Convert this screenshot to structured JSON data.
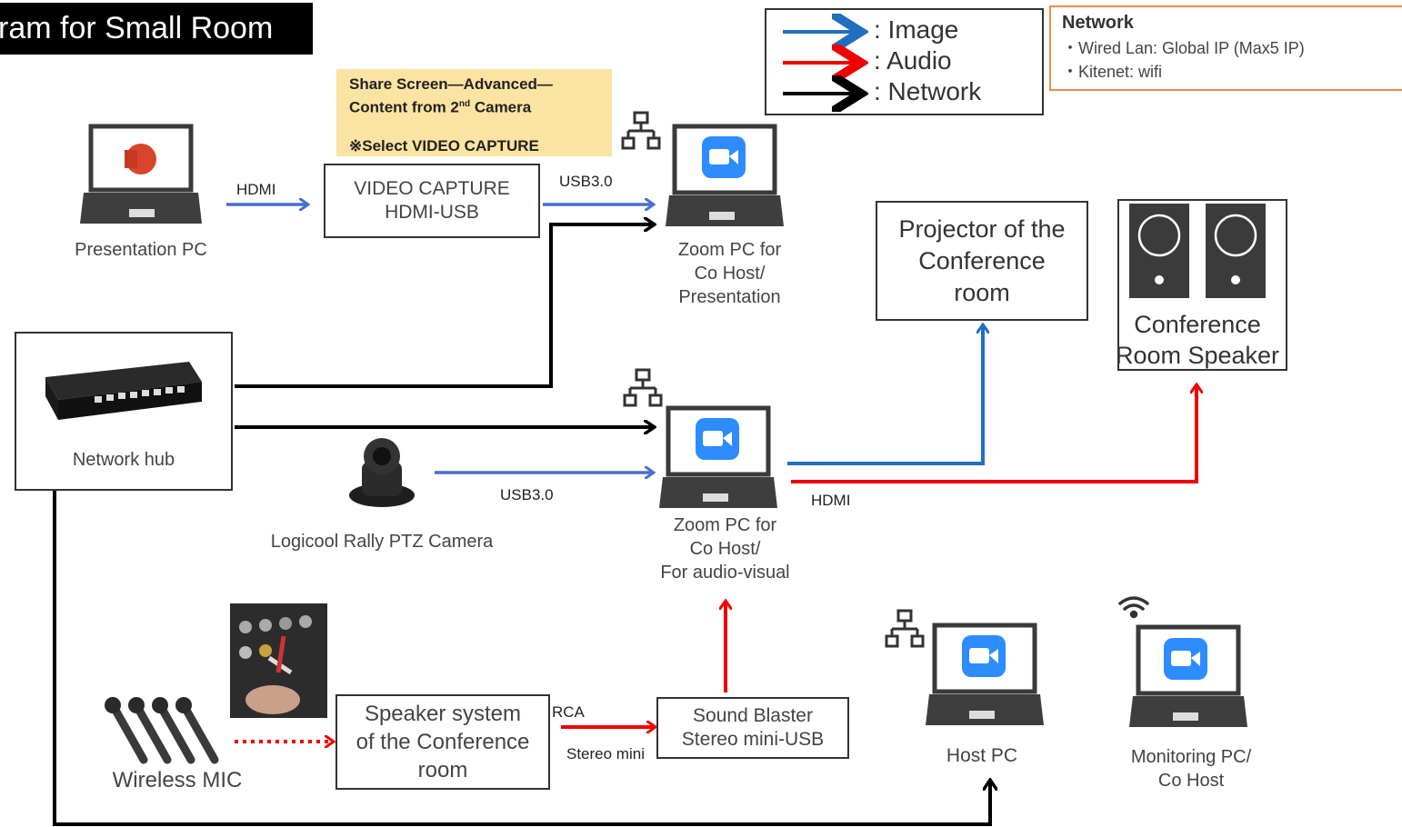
{
  "title": "ram for Small Room",
  "colors": {
    "image": "#1f6fc0",
    "audio": "#f00000",
    "network": "#000000",
    "hdmi_blue": "#4a6fd0"
  },
  "legend": {
    "image": ": Image",
    "audio": ": Audio",
    "network": ": Network"
  },
  "network_info": {
    "heading": "Network",
    "items": [
      "・Wired Lan: Global IP (Max5 IP)",
      "・Kitenet: wifi"
    ]
  },
  "note": {
    "line1": "Share Screen—Advanced—",
    "line2": "Content from 2",
    "line2_sup": "nd",
    "line2_end": " Camera",
    "line3": "※Select VIDEO CAPTURE"
  },
  "nodes": {
    "presentation_pc": "Presentation PC",
    "video_capture": [
      "VIDEO CAPTURE",
      "HDMI-USB"
    ],
    "zoom_pc_presentation": [
      "Zoom PC for",
      "Co Host/",
      "Presentation"
    ],
    "projector": [
      "Projector of the",
      "Conference",
      "room"
    ],
    "speaker": [
      "Conference",
      "Room Speaker"
    ],
    "network_hub": "Network hub",
    "camera": "Logicool Rally PTZ Camera",
    "zoom_pc_av": [
      "Zoom  PC for",
      "Co Host/",
      "For audio-visual"
    ],
    "wireless_mic": "Wireless MIC",
    "speaker_system": [
      "Speaker system",
      "of the Conference",
      "room"
    ],
    "sound_blaster": [
      "Sound Blaster",
      "Stereo mini-USB"
    ],
    "host_pc": "Host PC",
    "monitoring_pc": [
      "Monitoring PC/",
      "Co Host"
    ]
  },
  "wires": {
    "hdmi_left": "HDMI",
    "usb_top": "USB3.0",
    "usb_camera": "USB3.0",
    "hdmi_right": "HDMI",
    "rca": "RCA",
    "stereo_mini": "Stereo mini"
  }
}
